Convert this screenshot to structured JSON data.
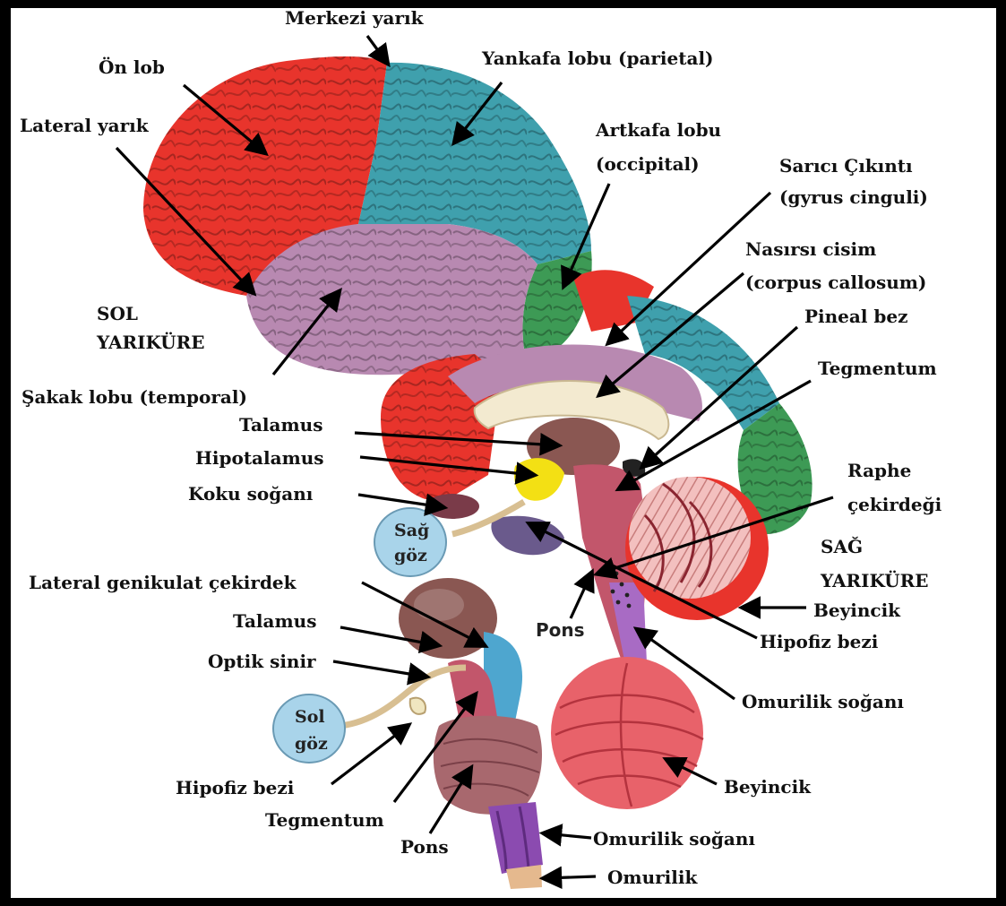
{
  "labels": {
    "merkezi_yarik": "Merkezi yarık",
    "on_lob": "Ön lob",
    "yankafa": "Yankafa lobu (parietal)",
    "lateral_yarik": "Lateral yarık",
    "artkafa_1": "Artkafa lobu",
    "artkafa_2": "(occipital)",
    "sarici_1": "Sarıcı Çıkıntı",
    "sarici_2": "(gyrus cinguli)",
    "nasirsi_1": "Nasırsı cisim",
    "nasirsi_2": "(corpus callosum)",
    "sol_1": "SOL",
    "sol_2": "YARIKÜRE",
    "pineal": "Pineal bez",
    "tegmentum_top": "Tegmentum",
    "sakak": "Şakak lobu (temporal)",
    "talamus_top": "Talamus",
    "hipotalamus": "Hipotalamus",
    "raphe_1": "Raphe",
    "raphe_2": "çekirdeği",
    "koku": "Koku soğanı",
    "sag_goz_1": "Sağ",
    "sag_goz_2": "göz",
    "sag_1": "SAĞ",
    "sag_2": "YARIKÜRE",
    "lateral_gen": "Lateral genikulat çekirdek",
    "beyincik_top": "Beyincik",
    "pons_top": "Pons",
    "talamus_bottom": "Talamus",
    "hipofiz_top": "Hipofiz bezi",
    "optik": "Optik sinir",
    "omurilik_sog_top": "Omurilik soğanı",
    "sol_goz_1": "Sol",
    "sol_goz_2": "göz",
    "beyincik_bottom": "Beyincik",
    "hipofiz_bottom": "Hipofiz bezi",
    "tegmentum_bottom": "Tegmentum",
    "omurilik_sog_bottom": "Omurilik soğanı",
    "pons_bottom": "Pons",
    "omurilik": "Omurilik"
  },
  "colors": {
    "frontal": "#e8342c",
    "parietal": "#3fa0ad",
    "temporal": "#b889b1",
    "occipital": "#3d9a55",
    "thalamus": "#8a5752",
    "hypothalamus": "#f3e014",
    "cerebellum": "#e8626a",
    "brainstem": "#c2566b",
    "medulla": "#8b4bb0",
    "eye": "#a9d4ea",
    "pons_tissue": "#a8686e"
  }
}
